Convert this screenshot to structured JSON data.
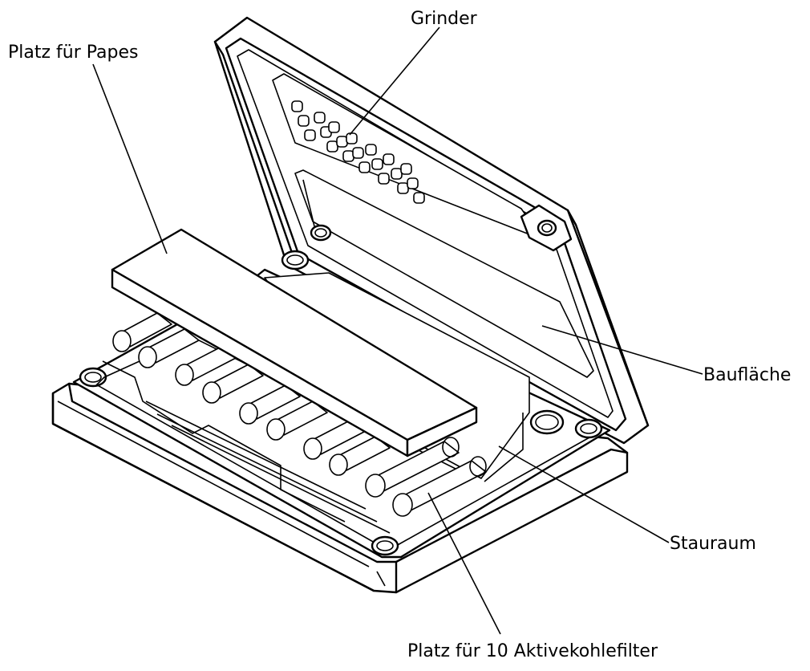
{
  "labels": {
    "grinder": "Grinder",
    "papes": "Platz für Papes",
    "bauflaeche": "Baufläche",
    "stauraum": "Stauraum",
    "filter": "Platz für 10 Aktivekohlefilter"
  },
  "colors": {
    "line": "#000000",
    "background": "#ffffff"
  }
}
